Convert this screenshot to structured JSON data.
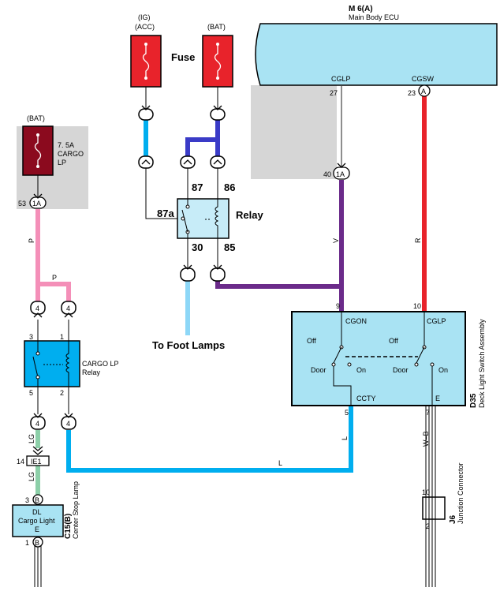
{
  "ecu": {
    "code": "M 6(A)",
    "name": "Main Body ECU",
    "pin_left_label": "CGLP",
    "pin_left_num": "27",
    "pin_right_label": "CGSW",
    "pin_right_num": "23",
    "pin_right_conn": "A"
  },
  "fuse_top_left": {
    "label_line1": "(IG)",
    "label_line2": "(ACC)"
  },
  "fuse_top_right": {
    "label": "(BAT)"
  },
  "fuse_label": "Fuse",
  "fuse_cargo": {
    "source": "(BAT)",
    "rating": "7. 5A",
    "line2": "CARGO",
    "line3": "LP",
    "pin": "53",
    "conn": "1A"
  },
  "relay_main": {
    "label": "Relay",
    "t87": "87",
    "t86": "86",
    "t87a": "87a",
    "t30": "30",
    "t85": "85"
  },
  "to_foot_lamps": "To Foot Lamps",
  "ecu_pin40": {
    "num": "40",
    "conn": "1A"
  },
  "wire_labels": {
    "v": "V",
    "r": "R",
    "p_vertical": "P",
    "p_top": "P",
    "l_bottom": "L",
    "l_right": "L",
    "lg_upper": "LG",
    "lg_lower": "LG",
    "wb": "W–B"
  },
  "cargo_relay": {
    "label_line1": "CARGO LP",
    "label_line2": "Relay",
    "pin3": "3",
    "pin1": "1",
    "pin5": "5",
    "pin2": "2",
    "conn_top_left": "4",
    "conn_top_right": "4",
    "conn_bot_left": "4",
    "conn_bot_right": "4",
    "conn_upper_left": "4",
    "conn_upper_right": "4"
  },
  "switch_assembly": {
    "code": "D35",
    "name": "Deck Light Switch Assembly",
    "cgon": "CGON",
    "cglp": "CGLP",
    "off_left": "Off",
    "off_right": "Off",
    "door_left": "Door",
    "on_left": "On",
    "door_right": "Door",
    "on_right": "On",
    "ccty": "CCTY",
    "e": "E",
    "pin9": "9",
    "pin10": "10",
    "pin5": "5",
    "pin7": "7"
  },
  "ie1": {
    "pin": "14",
    "label": "IE1"
  },
  "cargo_light": {
    "code": "C15(B)",
    "name": "Center Stop Lamp",
    "line1": "DL",
    "line2": "Cargo Light",
    "line3": "E",
    "pin_top": "3",
    "conn_top": "B",
    "pin_bot": "1",
    "conn_bot": "B"
  },
  "junction": {
    "code": "J6",
    "name": "Junction Connector",
    "pin_top": "10",
    "pin_bot": "2"
  },
  "colors": {
    "ecu_fill": "#a9e3f3",
    "fuse_red": "#e8232b",
    "fuse_dark": "#8b0a1e",
    "gray_box": "#d6d6d6",
    "wire_blue": "#00aeef",
    "wire_lightblue": "#8dd7f7",
    "wire_navy": "#3a3bc7",
    "wire_purple": "#6b2b8a",
    "wire_red": "#e8232b",
    "wire_pink": "#f48fb8",
    "wire_green": "#8ccfa8",
    "relay_fill": "#c7ecf8"
  }
}
